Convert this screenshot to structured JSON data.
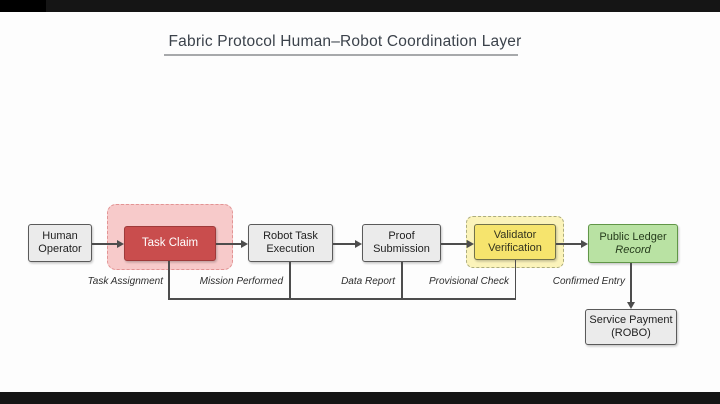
{
  "title": {
    "text": "Fabric Protocol Human–Robot Coordination Layer"
  },
  "nodes": {
    "human_operator": {
      "line1": "Human",
      "line2": "Operator"
    },
    "task_claim": {
      "label": "Task Claim"
    },
    "robot_task_execution": {
      "line1": "Robot Task",
      "line2": "Execution"
    },
    "proof_submission": {
      "line1": "Proof",
      "line2": "Submission"
    },
    "validator_verification": {
      "line1": "Validator",
      "line2": "Verification"
    },
    "public_ledger": {
      "line1": "Public Ledger",
      "line2": "Record"
    },
    "service_payment": {
      "line1": "Service Payment",
      "line2": "(ROBO)"
    }
  },
  "edge_labels": {
    "task_assignment": "Task Assignment",
    "mission_performed": "Mission Performed",
    "data_report": "Data Report",
    "provisional_check": "Provisional Check",
    "confirmed_entry": "Confirmed Entry"
  },
  "colors": {
    "accent_red": "#c94d4d",
    "highlight_pink": "#f7caca",
    "accent_yellow": "#f6e46d",
    "highlight_yellow": "#fbf3ba",
    "accent_green": "#b9e2a3",
    "box_gray": "#ebebeb",
    "line_gray": "#4d4d4d",
    "title_color": "#3b424b",
    "letterbox": "#151515"
  }
}
